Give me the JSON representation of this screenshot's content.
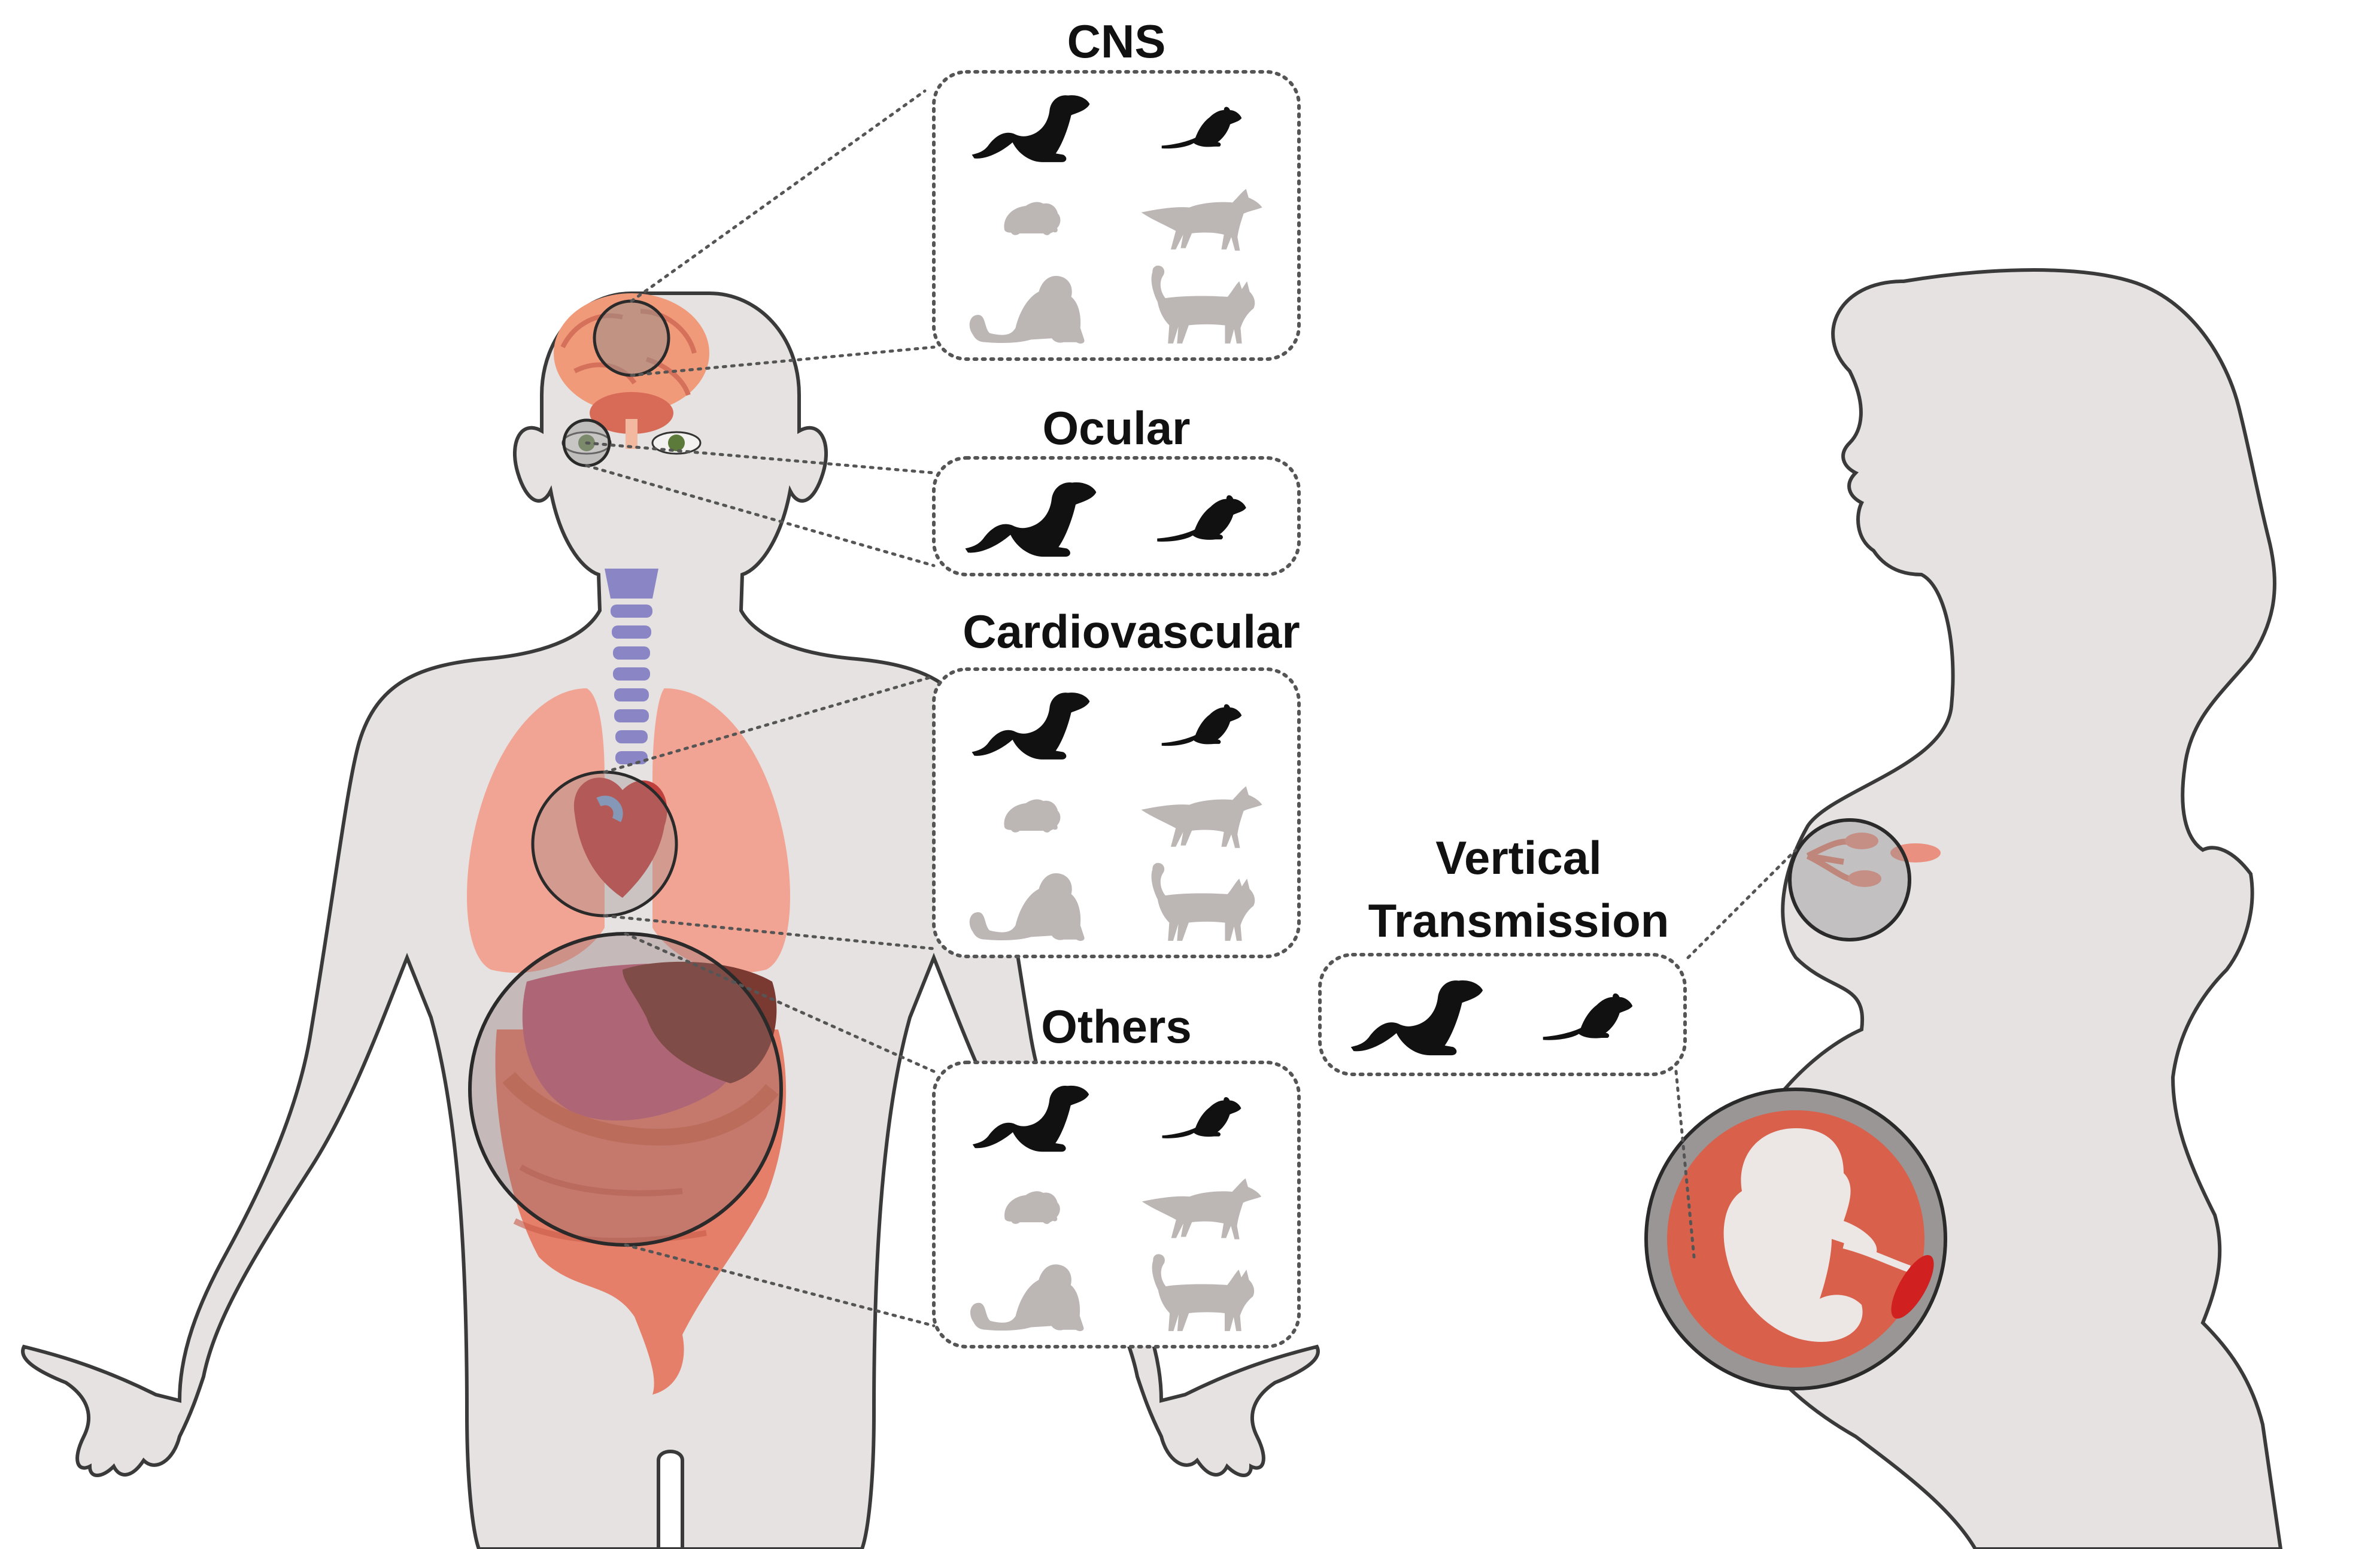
{
  "labels": {
    "cns": "CNS",
    "ocular": "Ocular",
    "cardiovascular": "Cardiovascular",
    "others": "Others",
    "vertical_line1": "Vertical",
    "vertical_line2": "Transmission"
  },
  "panels": [
    {
      "id": "cns",
      "animals": [
        [
          "ferret",
          "black"
        ],
        [
          "mouse",
          "black"
        ],
        [
          "hamster",
          "gray"
        ],
        [
          "fox",
          "gray"
        ],
        [
          "monkey",
          "gray"
        ],
        [
          "cat",
          "gray"
        ]
      ]
    },
    {
      "id": "ocular",
      "animals": [
        [
          "ferret",
          "black"
        ],
        [
          "mouse",
          "black"
        ]
      ]
    },
    {
      "id": "cardiovascular",
      "animals": [
        [
          "ferret",
          "black"
        ],
        [
          "mouse",
          "black"
        ],
        [
          "hamster",
          "gray"
        ],
        [
          "fox",
          "gray"
        ],
        [
          "monkey",
          "gray"
        ],
        [
          "cat",
          "gray"
        ]
      ]
    },
    {
      "id": "others",
      "animals": [
        [
          "ferret",
          "black"
        ],
        [
          "mouse",
          "black"
        ],
        [
          "hamster",
          "gray"
        ],
        [
          "fox",
          "gray"
        ],
        [
          "monkey",
          "gray"
        ],
        [
          "cat",
          "gray"
        ]
      ]
    },
    {
      "id": "vertical",
      "animals": [
        [
          "ferret",
          "black"
        ],
        [
          "mouse",
          "black"
        ]
      ]
    }
  ],
  "colors": {
    "body": "#e5e2e1",
    "body_outline": "#3a3a3a",
    "black_animal": "#111111",
    "gray_animal": "#bcb7b5",
    "brain": "#f09a7a",
    "lungs": "#f2a494",
    "heart": "#c0403e",
    "stomach": "#c2607a",
    "liver": "#7a3a32",
    "intestine": "#e57f6a",
    "spine": "#8a86c6",
    "womb": "#d9604a",
    "fetus": "#ece6e4"
  }
}
